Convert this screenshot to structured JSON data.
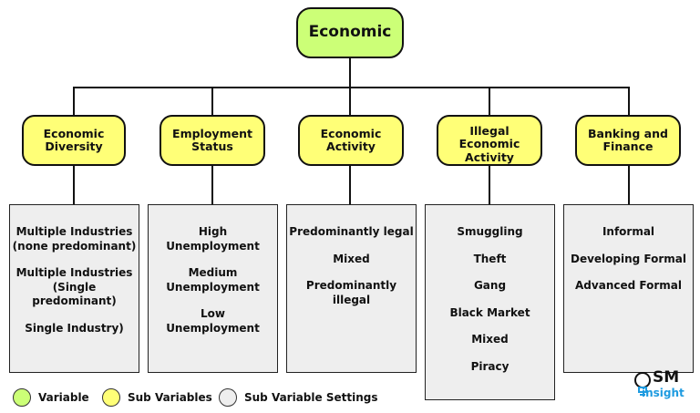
{
  "root": {
    "label": "Economic"
  },
  "sub_variables": [
    {
      "label": "Economic Diversity",
      "settings": [
        "Multiple Industries\n(none predominant)",
        "Multiple Industries\n(Single predominant)",
        "Single Industry)"
      ]
    },
    {
      "label": "Employment Status",
      "settings": [
        "High\nUnemployment",
        "Medium\nUnemployment",
        "Low\nUnemployment"
      ]
    },
    {
      "label": "Economic Activity",
      "settings": [
        "Predominantly legal",
        "Mixed",
        "Predominantly illegal"
      ]
    },
    {
      "label": "Illegal Economic Activity",
      "settings": [
        "Smuggling",
        "Theft",
        "Gang",
        "Black Market",
        "Mixed",
        "Piracy"
      ]
    },
    {
      "label": "Banking and Finance",
      "settings": [
        "Informal",
        "Developing Formal",
        "Advanced Formal"
      ]
    }
  ],
  "legend": [
    {
      "label": "Variable",
      "color": "#ccff77"
    },
    {
      "label": "Sub Variables",
      "color": "#ffff77"
    },
    {
      "label": "Sub Variable Settings",
      "color": "#eeeeee"
    }
  ],
  "logo": {
    "primary": "SM",
    "secondary": "insight"
  }
}
